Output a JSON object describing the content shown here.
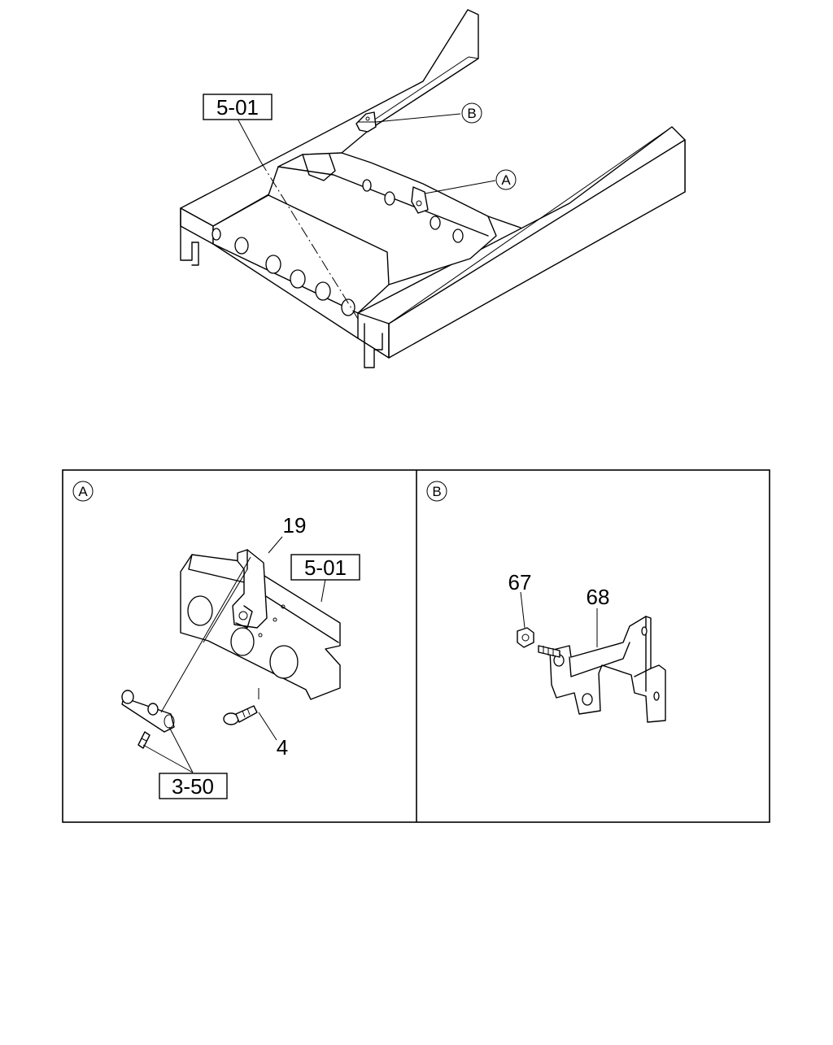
{
  "overview": {
    "ref_frame": "5-01",
    "detail_a_marker": "A",
    "detail_b_marker": "B"
  },
  "detail_a": {
    "marker": "A",
    "part_19": "19",
    "ref_frame": "5-01",
    "part_4": "4",
    "ref_350": "3-50"
  },
  "detail_b": {
    "marker": "B",
    "part_67": "67",
    "part_68": "68"
  }
}
